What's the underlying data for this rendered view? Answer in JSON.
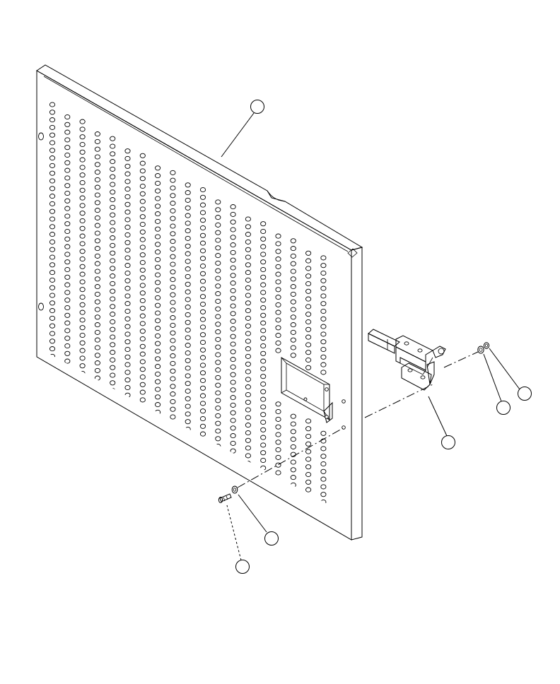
{
  "diagram": {
    "type": "exploded-parts-view",
    "parts": [
      {
        "id": "perforated-panel",
        "callout": ""
      },
      {
        "id": "latch-assembly",
        "callout": ""
      },
      {
        "id": "nut",
        "callout": ""
      },
      {
        "id": "washer-right",
        "callout": ""
      },
      {
        "id": "washer-left",
        "callout": ""
      },
      {
        "id": "screw",
        "callout": ""
      }
    ],
    "colors": {
      "ink": "#000000",
      "paper": "#ffffff"
    }
  }
}
